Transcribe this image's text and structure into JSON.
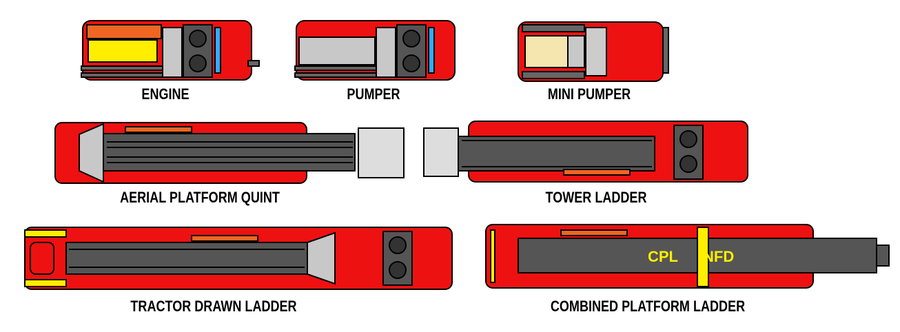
{
  "vehicles": [
    {
      "id": "engine",
      "label": "ENGINE"
    },
    {
      "id": "pumper",
      "label": "PUMPER"
    },
    {
      "id": "mini-pumper",
      "label": "MINI PUMPER"
    },
    {
      "id": "aerial-platform-quint",
      "label": "AERIAL PLATFORM QUINT"
    },
    {
      "id": "tower-ladder",
      "label": "TOWER LADDER"
    },
    {
      "id": "tractor-drawn-ladder",
      "label": "TRACTOR DRAWN LADDER"
    },
    {
      "id": "combined-platform-ladder",
      "label": "COMBINED PLATFORM LADDER"
    }
  ],
  "markings": {
    "cpl": "CPL",
    "nfd": "NFD"
  },
  "colors": {
    "red": "#ee1111",
    "gray": "#c8c8c8",
    "dark": "#555555",
    "orange": "#ee6622",
    "yellow": "#ffee00",
    "blue": "#33aaff"
  }
}
